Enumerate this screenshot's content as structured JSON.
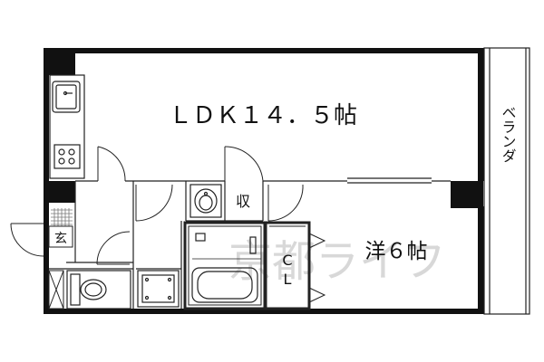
{
  "rooms": {
    "ldk": "ＬＤＫ１４．５帖",
    "western": "洋６帖",
    "balcony": "ベランダ",
    "storage": "収",
    "closet_top": "C",
    "closet_bottom": "L",
    "entrance": "玄"
  },
  "watermark": "京都ライフ",
  "colors": {
    "wall": "#111111",
    "line": "#222222",
    "tile": "#777777",
    "watermark": "#d8d8d8"
  }
}
